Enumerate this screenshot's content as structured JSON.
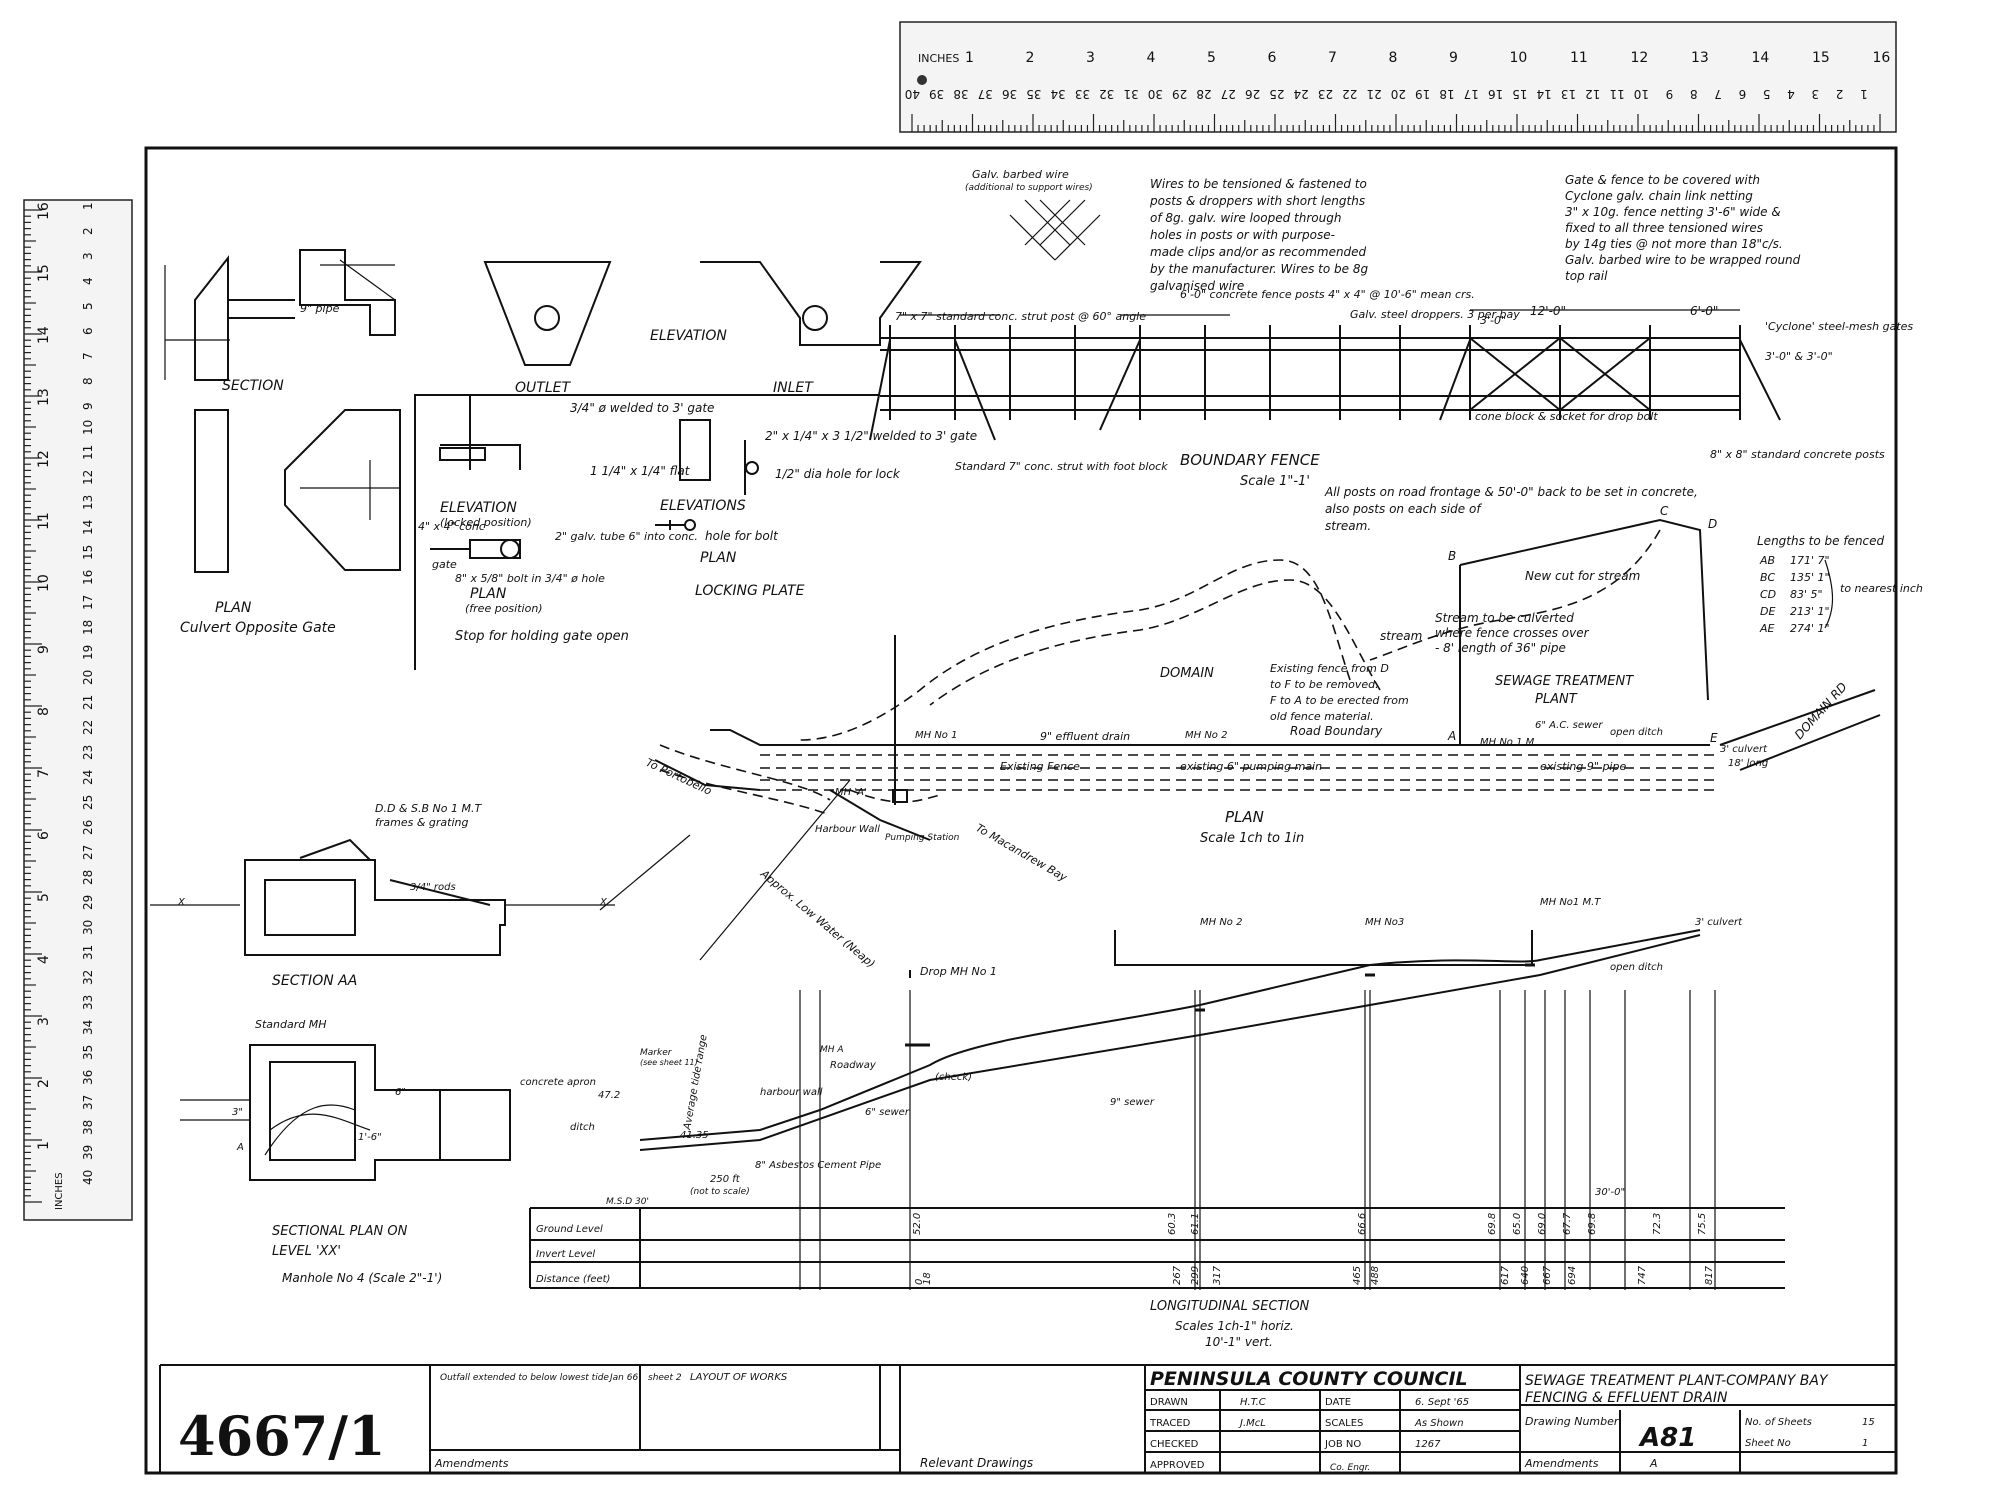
{
  "drawing_number_stamp": "4667/1",
  "ruler_top": {
    "inch_label": "INCHES",
    "inch_marks": [
      "1",
      "2",
      "3",
      "4",
      "5",
      "6",
      "7",
      "8",
      "9",
      "10",
      "11",
      "12",
      "13",
      "14",
      "15",
      "16"
    ],
    "cm_marks": [
      "40",
      "39",
      "38",
      "37",
      "36",
      "35",
      "34",
      "33",
      "32",
      "31",
      "30",
      "29",
      "28",
      "27",
      "26",
      "25",
      "24",
      "23",
      "22",
      "21",
      "20",
      "19",
      "18",
      "17",
      "16",
      "15",
      "14",
      "13",
      "12",
      "11",
      "10",
      "9",
      "8",
      "7",
      "6",
      "5",
      "4",
      "3",
      "2",
      "1"
    ]
  },
  "ruler_left": {
    "inch_label": "INCHES",
    "inch_marks": [
      "16",
      "15",
      "14",
      "13",
      "12",
      "11",
      "10",
      "9",
      "8",
      "7",
      "6",
      "5",
      "4",
      "3",
      "2",
      "1"
    ],
    "cm_marks": [
      "1",
      "2",
      "3",
      "4",
      "5",
      "6",
      "7",
      "8",
      "9",
      "10",
      "11",
      "12",
      "13",
      "14",
      "15",
      "16",
      "17",
      "18",
      "19",
      "20",
      "21",
      "22",
      "23",
      "24",
      "25",
      "26",
      "27",
      "28",
      "29",
      "30",
      "31",
      "32",
      "33",
      "34",
      "35",
      "36",
      "37",
      "38",
      "39",
      "40"
    ]
  },
  "culvert": {
    "section": "SECTION",
    "outlet": "OUTLET",
    "inlet": "INLET",
    "elevation": "ELEVATION",
    "pipe": "9\" pipe",
    "plan_title": "PLAN",
    "plan_caption": "Culvert Opposite Gate"
  },
  "gate_stop": {
    "welded_to_gate": "3/4\" ø welded to 3' gate",
    "flat": "1 1/4\" x 1/4\" flat",
    "plate": "2\" x 1/4\" x 3 1/2\" welded to 3' gate",
    "hole_lock": "1/2\" dia hole for lock",
    "hole_bolt": "hole for bolt",
    "elevation_locked": "ELEVATION",
    "locked_position": "(locked position)",
    "elevations": "ELEVATIONS",
    "plan": "PLAN",
    "locking_plate": "LOCKING PLATE",
    "post": "4\" x 4\" conc",
    "tube": "2\" galv. tube 6\" into conc.",
    "gate": "gate",
    "bolt": "8\" x 5/8\" bolt in 3/4\" ø hole",
    "plan_free": "PLAN",
    "free_position": "(free position)",
    "caption": "Stop for holding gate open"
  },
  "fence": {
    "barbed_wire": "Galv. barbed wire",
    "barbed_wire_note": "(additional to support wires)",
    "wires_note": [
      "Wires to be tensioned & fastened to",
      "posts & droppers with short lengths",
      "of 8g. galv. wire looped through",
      "holes in posts or with purpose-",
      "made clips and/or as recommended",
      "by the manufacturer. Wires to be 8g",
      "galvanised wire"
    ],
    "netting_note": [
      "Gate & fence to be covered with",
      "Cyclone galv. chain link netting",
      "3\" x 10g. fence netting 3'-6\" wide &",
      "fixed to all three tensioned wires",
      "by 14g ties @ not more than 18\"c/s.",
      "Galv. barbed wire to be wrapped round",
      "top rail"
    ],
    "strut_post": "7\" x 7\" standard conc. strut post @ 60° angle",
    "conc_posts": "6'-0\" concrete fence posts 4\" x 4\" @ 10'-6\" mean crs.",
    "droppers": "Galv. steel droppers. 3 per bay",
    "dim_12": "12'-0\"",
    "dim_6": "6'-0\"",
    "dim_3": "3'-0\"",
    "cyclone_gates": "'Cyclone' steel-mesh gates",
    "gate_size": "3'-0\" & 3'-0\"",
    "std_strut": "Standard 7\" conc. strut with foot block",
    "cone_block": "cone block & socket for drop bolt",
    "std_post": "8\" x 8\" standard concrete posts",
    "title": "BOUNDARY FENCE",
    "scale": "Scale 1\"-1'"
  },
  "plan": {
    "posts_note": [
      "All posts on road frontage & 50'-0\" back to be set in concrete,",
      "also posts on each side of",
      "stream."
    ],
    "new_cut": "New cut for stream",
    "stream_note": [
      "Stream to be culverted",
      "where fence crosses over",
      "- 8' length of 36\" pipe"
    ],
    "stream": "stream",
    "domain": "DOMAIN",
    "existing_fence_note": [
      "Existing fence from D",
      "to F to be removed.",
      "F to A to be erected from",
      "old fence material."
    ],
    "road_boundary": "Road Boundary",
    "sewage_plant": [
      "SEWAGE TREATMENT",
      "PLANT"
    ],
    "effluent_drain": "9\" effluent drain",
    "mh1": "MH No 1",
    "mh2": "MH No 2",
    "mh1m": "MH No 1 M",
    "existing_fence": "Existing Fence",
    "pumping_main": "existing 6\" pumping main",
    "existing_pipe": "existing 9\" pipe",
    "ac_sewer": "6\" A.C. sewer",
    "open_ditch": "open ditch",
    "culvert": "3' culvert",
    "culvert_len": "18' long",
    "domain_rd": "DOMAIN RD",
    "to_portobello": "To Portobello",
    "harbour_wall": "Harbour Wall",
    "pumping_station": "Pumping Station",
    "to_macandrew": "To Macandrew Bay",
    "low_water": "Approx. Low Water (Neap)",
    "outfall": "MH 'A'",
    "title": "PLAN",
    "scale": "Scale 1ch to 1in",
    "lengths_title": "Lengths to be fenced",
    "lengths": [
      {
        "seg": "AB",
        "len": "171' 7\""
      },
      {
        "seg": "BC",
        "len": "135' 1\""
      },
      {
        "seg": "CD",
        "len": "83' 5\""
      },
      {
        "seg": "DE",
        "len": "213' 1\""
      },
      {
        "seg": "AE",
        "len": "274' 1\""
      }
    ],
    "lengths_note": "to nearest inch",
    "pt_a": "A",
    "pt_b": "B",
    "pt_c": "C",
    "pt_d": "D",
    "pt_e": "E"
  },
  "manhole": {
    "frame": "D.D & S.B No 1 M.T",
    "frame2": "frames & grating",
    "rods": "3/4\" rods",
    "x": "X",
    "section_title": "SECTION AA",
    "standard_mh": "Standard MH",
    "concrete_apron": "concrete apron",
    "ditch": "ditch",
    "dim_3": "3\"",
    "dim_6": "6\"",
    "dim_16": "1'-6\"",
    "a": "A",
    "plan_title": "SECTIONAL PLAN ON",
    "plan_level": "LEVEL 'XX'",
    "plan_caption": "Manhole No 4   (Scale 2\"-1')"
  },
  "long_section": {
    "mh1m": "MH No1 M.T",
    "mh2": "MH No 2",
    "mh3": "MH No3",
    "culvert": "3' culvert",
    "open_ditch": "open ditch",
    "drop_mh": "Drop MH No 1",
    "marker": "Marker",
    "marker_note": "(see sheet 11)",
    "average_tide": "Average tide range",
    "harbour_wall": "harbour wall",
    "roadway": "Roadway",
    "mhA": "MH A",
    "check": "(check)",
    "sewer6": "6\" sewer",
    "sewer9": "9\" sewer",
    "pipe": "8\" Asbestos Cement Pipe",
    "dist_note": "250 ft",
    "not_scale": "(not to scale)",
    "datum": "M.S.D 30'",
    "rows": [
      "Ground Level",
      "Invert Level",
      "Distance (feet)"
    ],
    "dim_30": "30'-0\"",
    "lvl_47": "47.2",
    "lvl_4135": "41.35",
    "title": "LONGITUDINAL SECTION",
    "scale_h": "Scales 1ch-1\" horiz.",
    "scale_v": "10'-1\" vert.",
    "ground_values": [
      "52.0",
      "60.3",
      "61.1",
      "66.6",
      "69.8",
      "65.0",
      "69.0",
      "67.7",
      "69.8",
      "72.3",
      "75.5"
    ],
    "distance_values": [
      "0",
      "18",
      "267",
      "299",
      "317",
      "465",
      "488",
      "617",
      "640",
      "667",
      "694",
      "747",
      "817"
    ]
  },
  "title_block": {
    "amendment_1": "Outfall extended to below lowest tide",
    "amendment_1_date": "Jan 66",
    "sheet": "sheet 2",
    "layout": "LAYOUT OF WORKS",
    "amendments": "Amendments",
    "relevant": "Relevant Drawings",
    "council": "PENINSULA COUNTY COUNCIL",
    "project": "SEWAGE TREATMENT PLANT-COMPANY BAY",
    "subject": "FENCING & EFFLUENT DRAIN",
    "drawn_label": "DRAWN",
    "drawn_value": "H.T.C",
    "traced_label": "TRACED",
    "traced_value": "J.McL",
    "checked_label": "CHECKED",
    "checked_value": "",
    "approved_label": "APPROVED",
    "date_label": "DATE",
    "date_value": "6. Sept '65",
    "scales_label": "SCALES",
    "scales_value": "As Shown",
    "job_label": "JOB NO",
    "job_value": "1267",
    "drawing_number_label": "Drawing Number",
    "drawing_number": "A81",
    "amendments_label": "Amendments",
    "amendments_value": "A",
    "sheets_label": "No. of Sheets",
    "sheets_value": "15",
    "sheet_no_label": "Sheet No",
    "sheet_no_value": "1",
    "engineer": "Co. Engr."
  }
}
